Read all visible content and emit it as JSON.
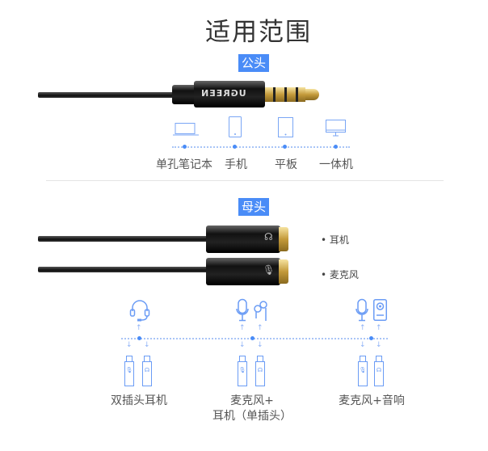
{
  "title": "适用范围",
  "male": {
    "tag": "公头",
    "brand": "UGREEN",
    "devices": [
      {
        "label": "单孔笔记本",
        "icon": "laptop-icon"
      },
      {
        "label": "手机",
        "icon": "phone-icon"
      },
      {
        "label": "平板",
        "icon": "tablet-icon"
      },
      {
        "label": "一体机",
        "icon": "monitor-icon"
      }
    ]
  },
  "female": {
    "tag": "母头",
    "ports": [
      {
        "label": "耳机",
        "icon": "headphone-icon"
      },
      {
        "label": "麦克风",
        "icon": "microphone-icon"
      }
    ],
    "uses": [
      {
        "label": "双插头耳机",
        "icons": [
          "headset-icon"
        ]
      },
      {
        "label": "麦克风+",
        "label2": "耳机（单插头）",
        "icons": [
          "microphone-icon",
          "earphones-icon"
        ]
      },
      {
        "label": "麦克风+音响",
        "icons": [
          "microphone-icon",
          "speaker-icon"
        ]
      }
    ]
  },
  "colors": {
    "accent": "#4a8cf7",
    "gold": "#c39a3a",
    "text": "#555555"
  }
}
